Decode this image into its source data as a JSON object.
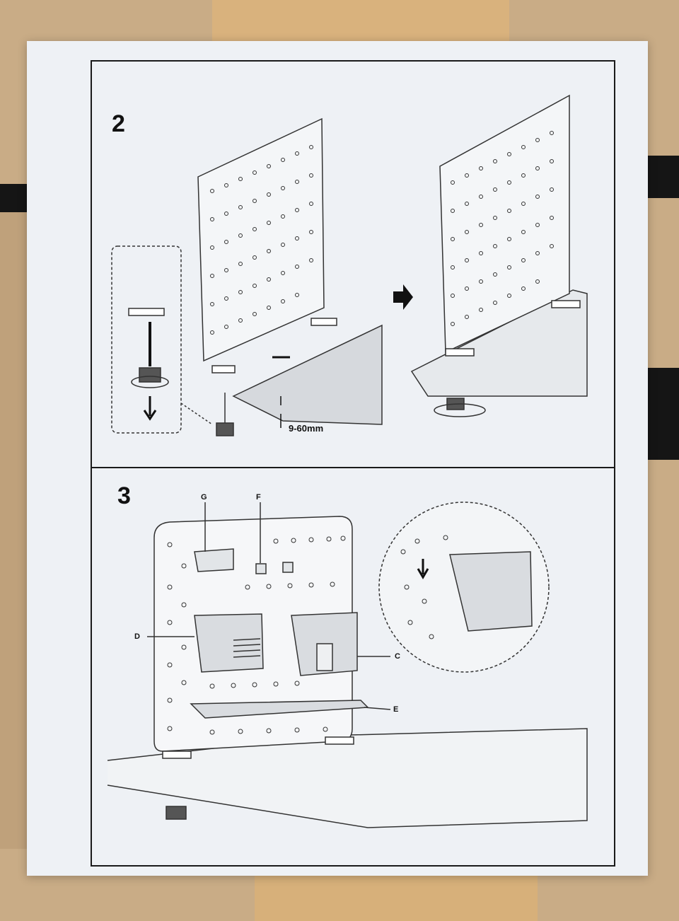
{
  "steps": [
    {
      "number": "2"
    },
    {
      "number": "3"
    }
  ],
  "step2": {
    "thickness_label": "9-60mm"
  },
  "step3": {
    "parts": {
      "G": "G",
      "F": "F",
      "D": "D",
      "C": "C",
      "E": "E"
    }
  },
  "colors": {
    "paper": "#eef1f5",
    "cardboard": "#c8ab86",
    "line": "#333333",
    "tape": "#151515"
  }
}
